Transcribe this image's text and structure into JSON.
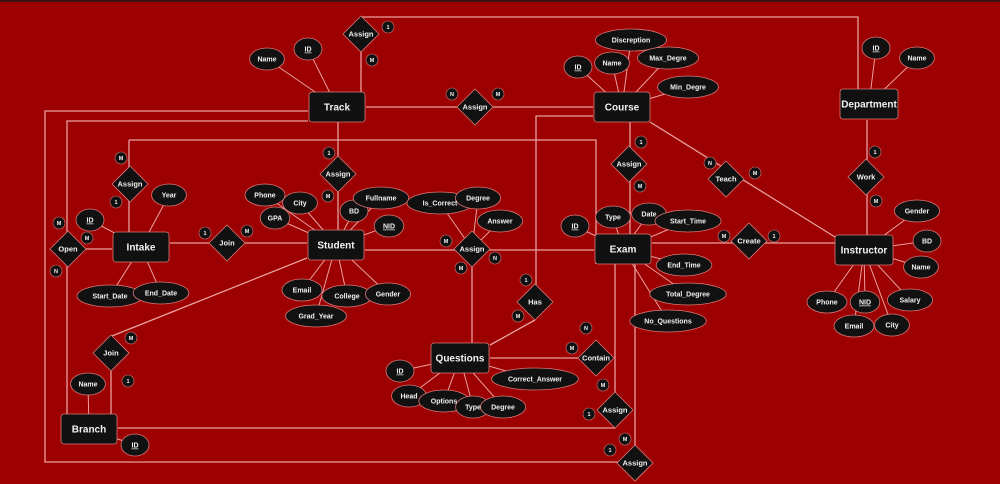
{
  "diagram": {
    "entities": [
      {
        "id": "track",
        "label": "Track"
      },
      {
        "id": "course",
        "label": "Course"
      },
      {
        "id": "department",
        "label": "Department"
      },
      {
        "id": "intake",
        "label": "Intake"
      },
      {
        "id": "student",
        "label": "Student"
      },
      {
        "id": "exam",
        "label": "Exam"
      },
      {
        "id": "instructor",
        "label": "Instructor"
      },
      {
        "id": "questions",
        "label": "Questions"
      },
      {
        "id": "branch",
        "label": "Branch"
      }
    ],
    "relationships": [
      {
        "id": "assign_track_dept",
        "label": "Assign"
      },
      {
        "id": "assign_track_course",
        "label": "Assign"
      },
      {
        "id": "assign_intake_track",
        "label": "Assign"
      },
      {
        "id": "assign_track_student",
        "label": "Assign"
      },
      {
        "id": "join_intake_student",
        "label": "Join"
      },
      {
        "id": "open",
        "label": "Open"
      },
      {
        "id": "assign_student_exam",
        "label": "Assign"
      },
      {
        "id": "assign_course_exam",
        "label": "Assign"
      },
      {
        "id": "teach",
        "label": "Teach"
      },
      {
        "id": "work",
        "label": "Work"
      },
      {
        "id": "create",
        "label": "Create"
      },
      {
        "id": "has",
        "label": "Has"
      },
      {
        "id": "join_branch",
        "label": "Join"
      },
      {
        "id": "contain",
        "label": "Contain"
      },
      {
        "id": "assign_exam_1",
        "label": "Assign"
      },
      {
        "id": "assign_exam_2",
        "label": "Assign"
      }
    ],
    "attributes": [
      {
        "id": "track_name",
        "label": "Name",
        "key": false,
        "of": "track"
      },
      {
        "id": "track_id",
        "label": "ID",
        "key": true,
        "of": "track"
      },
      {
        "id": "course_id",
        "label": "ID",
        "key": true,
        "of": "course"
      },
      {
        "id": "course_name",
        "label": "Name",
        "key": false,
        "of": "course"
      },
      {
        "id": "course_desc",
        "label": "Discreption",
        "key": false,
        "of": "course"
      },
      {
        "id": "course_max",
        "label": "Max_Degre",
        "key": false,
        "of": "course"
      },
      {
        "id": "course_min",
        "label": "Min_Degre",
        "key": false,
        "of": "course"
      },
      {
        "id": "dept_id",
        "label": "ID",
        "key": true,
        "of": "department"
      },
      {
        "id": "dept_name",
        "label": "Name",
        "key": false,
        "of": "department"
      },
      {
        "id": "intake_id",
        "label": "ID",
        "key": true,
        "of": "intake"
      },
      {
        "id": "intake_year",
        "label": "Year",
        "key": false,
        "of": "intake"
      },
      {
        "id": "intake_start",
        "label": "Start_Date",
        "key": false,
        "of": "intake"
      },
      {
        "id": "intake_end",
        "label": "End_Date",
        "key": false,
        "of": "intake"
      },
      {
        "id": "st_phone",
        "label": "Phone",
        "key": false,
        "of": "student"
      },
      {
        "id": "st_city",
        "label": "City",
        "key": false,
        "of": "student"
      },
      {
        "id": "st_gpa",
        "label": "GPA",
        "key": false,
        "of": "student"
      },
      {
        "id": "st_bd",
        "label": "BD",
        "key": false,
        "of": "student"
      },
      {
        "id": "st_fullname",
        "label": "Fullname",
        "key": false,
        "of": "student"
      },
      {
        "id": "st_nid",
        "label": "NID",
        "key": true,
        "of": "student"
      },
      {
        "id": "st_email",
        "label": "Email",
        "key": false,
        "of": "student"
      },
      {
        "id": "st_college",
        "label": "College",
        "key": false,
        "of": "student"
      },
      {
        "id": "st_gender",
        "label": "Gender",
        "key": false,
        "of": "student"
      },
      {
        "id": "st_grad",
        "label": "Grad_Year",
        "key": false,
        "of": "student"
      },
      {
        "id": "as_iscorrect",
        "label": "Is_Correct",
        "key": false,
        "of": "assign_student_exam"
      },
      {
        "id": "as_degree",
        "label": "Degree",
        "key": false,
        "of": "assign_student_exam"
      },
      {
        "id": "as_answer",
        "label": "Answer",
        "key": false,
        "of": "assign_student_exam"
      },
      {
        "id": "ex_id",
        "label": "ID",
        "key": true,
        "of": "exam"
      },
      {
        "id": "ex_type",
        "label": "Type",
        "key": false,
        "of": "exam"
      },
      {
        "id": "ex_date",
        "label": "Date",
        "key": false,
        "of": "exam"
      },
      {
        "id": "ex_start",
        "label": "Start_Time",
        "key": false,
        "of": "exam"
      },
      {
        "id": "ex_end",
        "label": "End_Time",
        "key": false,
        "of": "exam"
      },
      {
        "id": "ex_total",
        "label": "Total_Degree",
        "key": false,
        "of": "exam"
      },
      {
        "id": "ex_noq",
        "label": "No_Questions",
        "key": false,
        "of": "exam"
      },
      {
        "id": "in_gender",
        "label": "Gender",
        "key": false,
        "of": "instructor"
      },
      {
        "id": "in_bd",
        "label": "BD",
        "key": false,
        "of": "instructor"
      },
      {
        "id": "in_name",
        "label": "Name",
        "key": false,
        "of": "instructor"
      },
      {
        "id": "in_phone",
        "label": "Phone",
        "key": false,
        "of": "instructor"
      },
      {
        "id": "in_nid",
        "label": "NID",
        "key": true,
        "of": "instructor"
      },
      {
        "id": "in_email",
        "label": "Email",
        "key": false,
        "of": "instructor"
      },
      {
        "id": "in_city",
        "label": "City",
        "key": false,
        "of": "instructor"
      },
      {
        "id": "in_salary",
        "label": "Salary",
        "key": false,
        "of": "instructor"
      },
      {
        "id": "q_id",
        "label": "ID",
        "key": true,
        "of": "questions"
      },
      {
        "id": "q_head",
        "label": "Head",
        "key": false,
        "of": "questions"
      },
      {
        "id": "q_options",
        "label": "Options",
        "key": false,
        "of": "questions"
      },
      {
        "id": "q_type",
        "label": "Type",
        "key": false,
        "of": "questions"
      },
      {
        "id": "q_degree",
        "label": "Degree",
        "key": false,
        "of": "questions"
      },
      {
        "id": "q_correct",
        "label": "Correct_Answer",
        "key": false,
        "of": "questions"
      },
      {
        "id": "br_name",
        "label": "Name",
        "key": false,
        "of": "branch"
      },
      {
        "id": "br_id",
        "label": "ID",
        "key": true,
        "of": "branch"
      }
    ],
    "cardinalities": [
      {
        "id": "c1",
        "label": "1"
      },
      {
        "id": "c2",
        "label": "M"
      },
      {
        "id": "c3",
        "label": "N"
      },
      {
        "id": "c4",
        "label": "M"
      },
      {
        "id": "c5",
        "label": "M"
      },
      {
        "id": "c6",
        "label": "1"
      },
      {
        "id": "c7",
        "label": "1"
      },
      {
        "id": "c8",
        "label": "M"
      },
      {
        "id": "c9",
        "label": "1"
      },
      {
        "id": "c10",
        "label": "M"
      },
      {
        "id": "c11",
        "label": "M"
      },
      {
        "id": "c12",
        "label": "M"
      },
      {
        "id": "c13",
        "label": "N"
      },
      {
        "id": "c14",
        "label": "M"
      },
      {
        "id": "c15",
        "label": "N"
      },
      {
        "id": "c16",
        "label": "M"
      },
      {
        "id": "c17",
        "label": "1"
      },
      {
        "id": "c18",
        "label": "M"
      },
      {
        "id": "c19",
        "label": "N"
      },
      {
        "id": "c20",
        "label": "M"
      },
      {
        "id": "c21",
        "label": "1"
      },
      {
        "id": "c22",
        "label": "M"
      },
      {
        "id": "c23",
        "label": "M"
      },
      {
        "id": "c24",
        "label": "1"
      },
      {
        "id": "c25",
        "label": "1"
      },
      {
        "id": "c26",
        "label": "M"
      },
      {
        "id": "c27",
        "label": "M"
      },
      {
        "id": "c28",
        "label": "1"
      },
      {
        "id": "c29",
        "label": "N"
      },
      {
        "id": "c30",
        "label": "M"
      },
      {
        "id": "c31",
        "label": "M"
      },
      {
        "id": "c32",
        "label": "1"
      },
      {
        "id": "c33",
        "label": "M"
      },
      {
        "id": "c34",
        "label": "1"
      }
    ],
    "colors": {
      "background": "#9c0000",
      "node": "#111111",
      "line": "#eaa0a0",
      "text": "#f2f2f2"
    }
  }
}
